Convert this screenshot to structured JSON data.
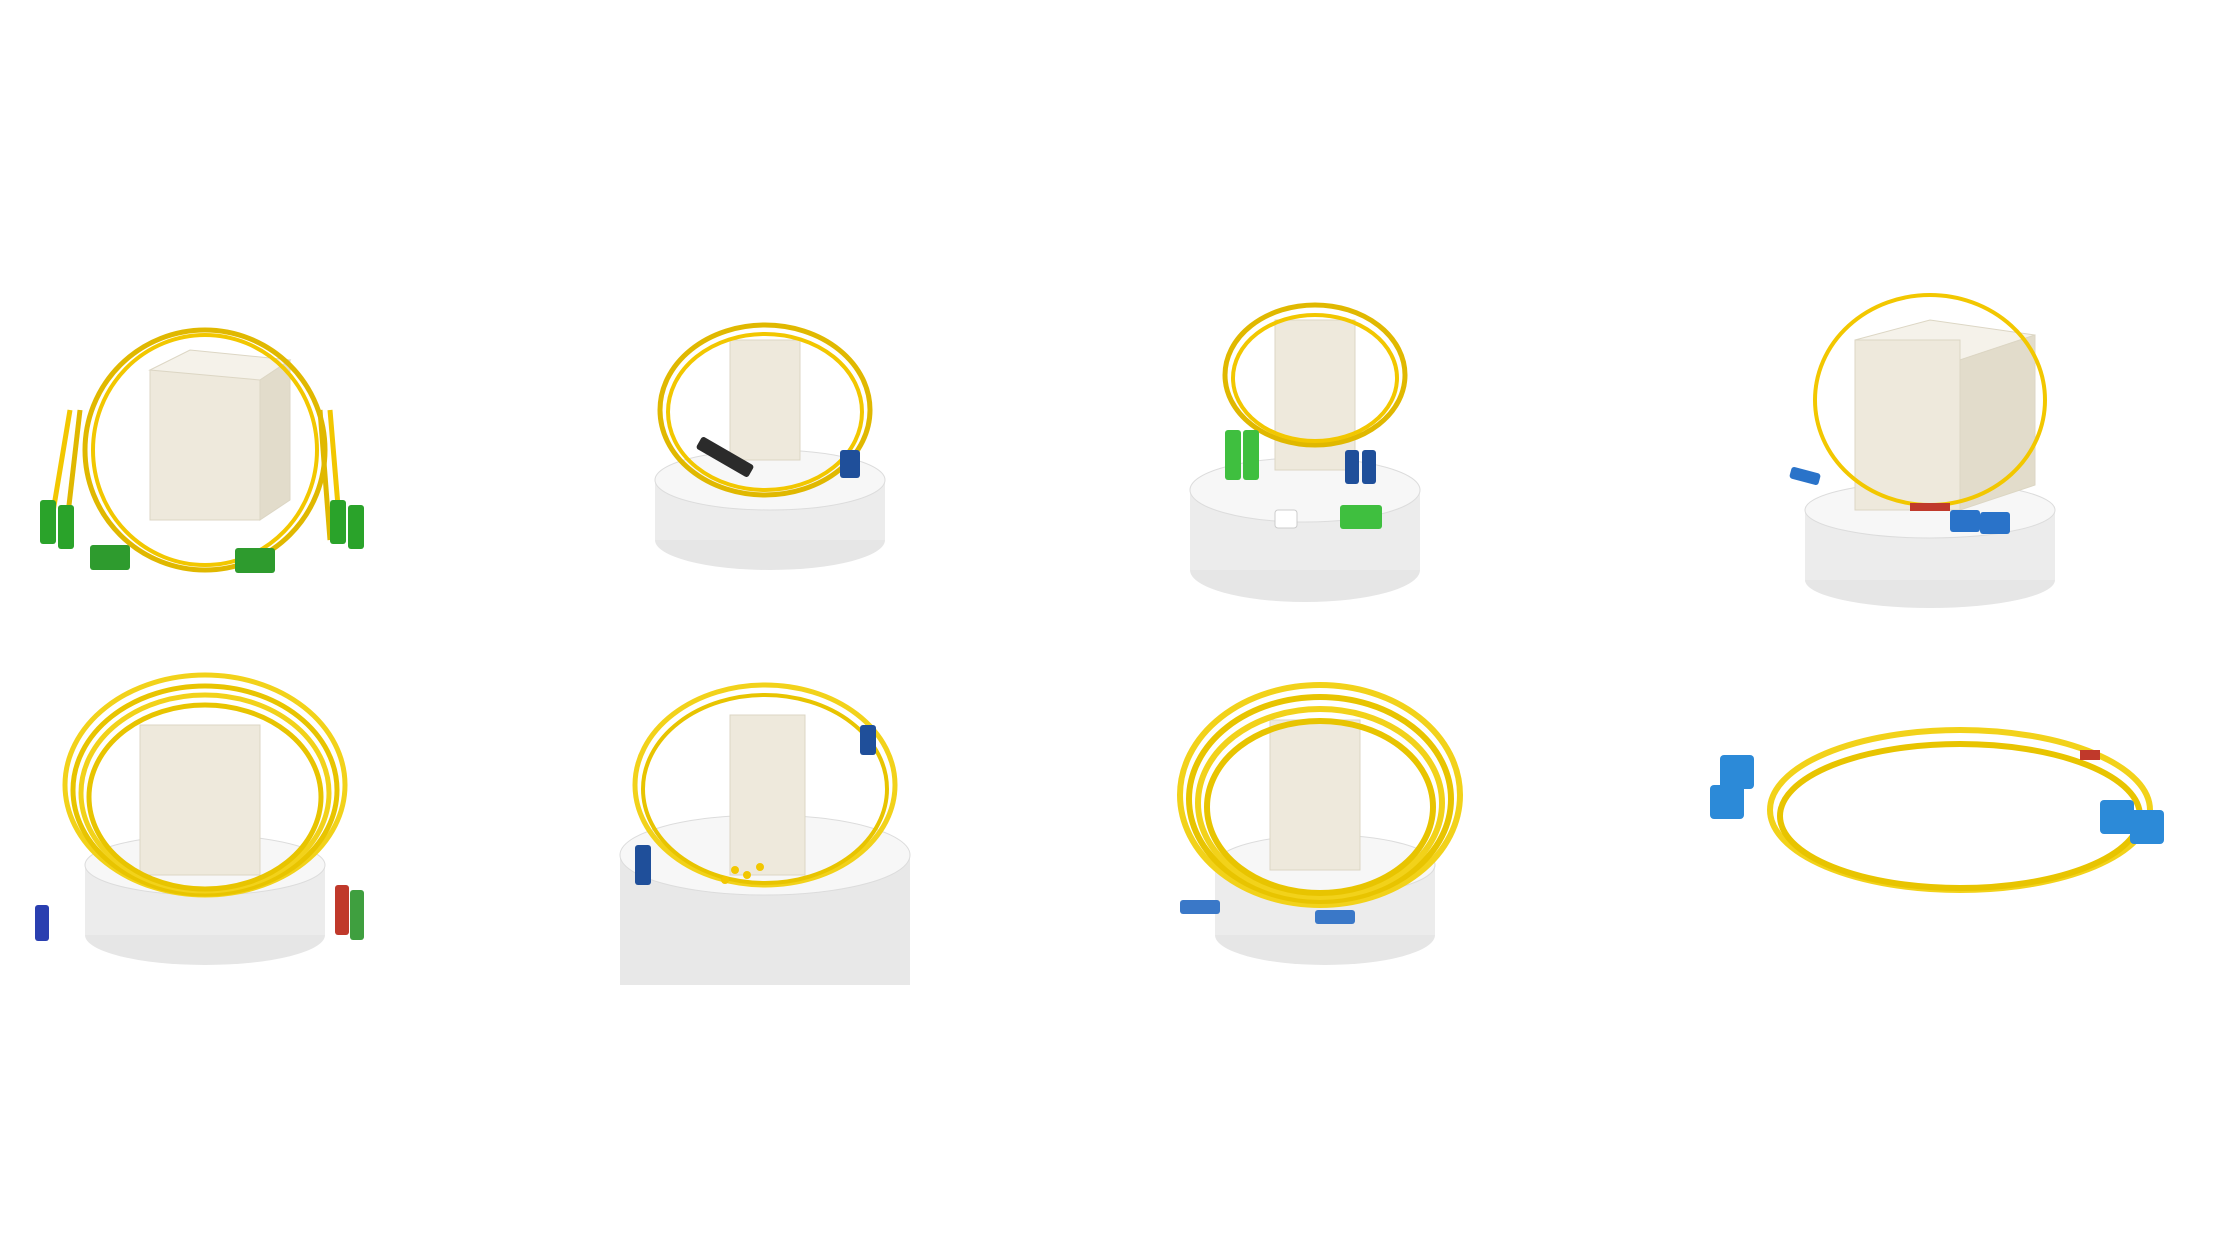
{
  "photos": [
    {
      "subject": "duplex-sc-apc-patch-cable",
      "connector_color": "#2aa32a"
    },
    {
      "subject": "st-to-lc-patch-cable",
      "connector_color": "#1f4f9a"
    },
    {
      "subject": "sc-apc-to-lc-patch-cable",
      "connector_color": "#3fbf3f"
    },
    {
      "subject": "lc-to-sc-patch-cable",
      "connector_color": "#2a73c9"
    },
    {
      "subject": "lc-to-e2000-apc-patch-cable",
      "connector_color": "#2a3fb0"
    },
    {
      "subject": "lc-uniboot-patch-cable",
      "connector_color": "#1f4f9a"
    },
    {
      "subject": "lc-duplex-patch-cable",
      "connector_color": "#3a78c8"
    },
    {
      "subject": "sc-duplex-patch-cable",
      "connector_color": "#2c8ad8"
    }
  ],
  "colors": {
    "cable": "#f2d21a",
    "cable_dark": "#d8b400",
    "pedestal": "#ececec",
    "block": "#eee9dc",
    "background": "#ffffff"
  }
}
